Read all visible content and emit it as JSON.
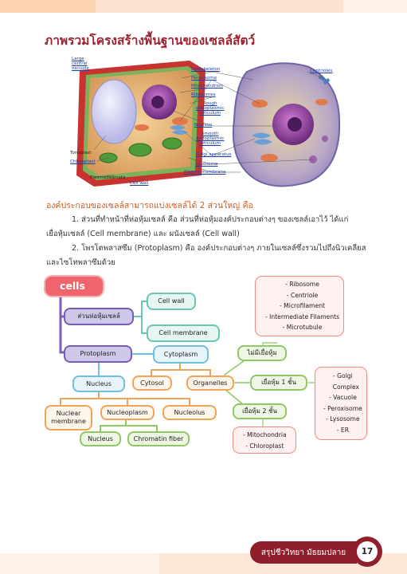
{
  "header": {
    "title": "ภาพรวมโครงสร้างพื้นฐานของเซลล์สัตว์"
  },
  "figure": {
    "labels": {
      "large_vacuole": "Large\ncentral\nvacuole",
      "cytoskeleton": "Cytoskeleton",
      "peroxisome": "Peroxisome",
      "mitochondrion": "Mitochondrion",
      "ribosomes": "Ribosomes",
      "rough_er": "Rough\nendoplasmic\nreticulum",
      "nucleus": "Nucleus",
      "smooth_er": "Smooth\nendoplasmic\nreticulum",
      "golgi": "Golgi apparatus",
      "lysosome": "Lysosome",
      "plasma_membrane": "Plasma membrane",
      "centrioles": "Centrioles",
      "tonoplast": "Tonoplast",
      "chloroplast": "Chloroplast",
      "plasmodesmata": "Plasmodesmata",
      "cell_wall": "Cell wall"
    }
  },
  "body": {
    "subheading": "องค์ประกอบของเซลล์สามารถแบ่งเซลล์ได้ 2 ส่วนใหญ่ คือ",
    "p1_line1": "1. ส่วนที่ทำหน้าที่ห่อหุ้มเซลล์ คือ ส่วนที่ห่อหุ้มองค์ประกอบต่างๆ ของเซลล์เอาไว้ ได้แก่",
    "p1_line2": "เยื่อหุ้มเซลล์ (Cell membrane) และ ผนังเซลล์ (Cell wall)",
    "p2_line1": "2. โพรโตพลาสซึม (Protoplasm) คือ องค์ประกอบต่างๆ ภายในเซลล์ซึ่งรวมไปถึงนิวเคลียส",
    "p2_line2": "และไซโทพลาซึมด้วย"
  },
  "mindmap": {
    "root": "cells",
    "envelope": "ส่วนห่อหุ้มเซลล์",
    "cell_wall": "Cell wall",
    "cell_membrane": "Cell membrane",
    "protoplasm": "Protoplasm",
    "cytoplasm": "Cytoplasm",
    "nucleus": "Nucleus",
    "cytosol": "Cytosol",
    "organelles": "Organelles",
    "no_membrane": "ไม่มีเยื่อหุ้ม",
    "one_membrane": "เยื่อหุ้ม 1 ชั้น",
    "two_membrane": "เยื่อหุ้ม 2 ชั้น",
    "nuclear_membrane": "Nuclear\nmembrane",
    "nucleoplasm": "Nucleoplasm",
    "nucleolus": "Nucleolus",
    "nucleus_sub": "Nucleus",
    "chromatin": "Chromatin fiber",
    "no_membrane_list": [
      "- Ribosome",
      "- Centriole",
      "- Microfilament",
      "- Intermediate Filaments",
      "- Microtubule"
    ],
    "one_membrane_list": [
      "- Golgi",
      "Complex",
      "- Vacuole",
      "- Peroxisome",
      "- Lysosome",
      "- ER"
    ],
    "two_membrane_list": [
      "- Mitochondria",
      "- Chloroplast"
    ]
  },
  "footer": {
    "book_title": "สรุปชีววิทยา มัธยมปลาย",
    "page_number": "17"
  },
  "colors": {
    "title": "#9b2231",
    "subheading": "#d35a1f",
    "root_node": "#f0656d",
    "footer": "#8f1f2b"
  }
}
